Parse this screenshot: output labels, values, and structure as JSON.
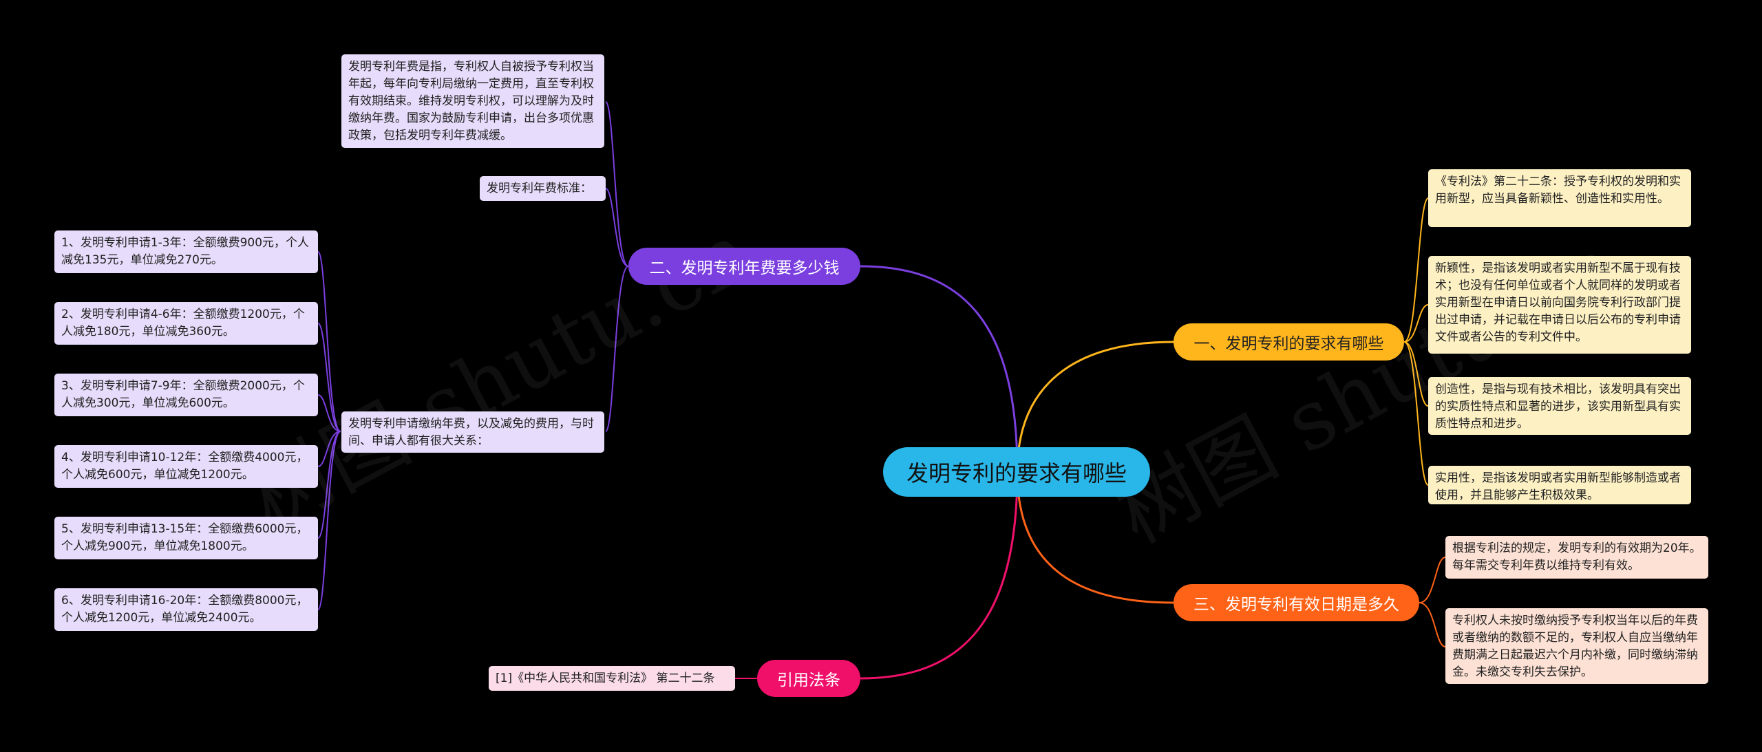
{
  "root": {
    "label": "发明专利的要求有哪些"
  },
  "branches": {
    "b1": {
      "label": "一、发明专利的要求有哪些"
    },
    "b2": {
      "label": "二、发明专利年费要多少钱"
    },
    "b3": {
      "label": "三、发明专利有效日期是多久"
    },
    "b4": {
      "label": "引用法条"
    }
  },
  "leaves": {
    "b1_1": "《专利法》第二十二条：授予专利权的发明和实用新型，应当具备新颖性、创造性和实用性。",
    "b1_2": "新颖性，是指该发明或者实用新型不属于现有技术；也没有任何单位或者个人就同样的发明或者实用新型在申请日以前向国务院专利行政部门提出过申请，并记载在申请日以后公布的专利申请文件或者公告的专利文件中。",
    "b1_3": "创造性，是指与现有技术相比，该发明具有突出的实质性特点和显著的进步，该实用新型具有实质性特点和进步。",
    "b1_4": "实用性，是指该发明或者实用新型能够制造或者使用，并且能够产生积极效果。",
    "b2_1": "发明专利年费是指，专利权人自被授予专利权当年起，每年向专利局缴纳一定费用，直至专利权有效期结束。维持发明专利权，可以理解为及时缴纳年费。国家为鼓励专利申请，出台多项优惠政策，包括发明专利年费减缓。",
    "b2_2": "发明专利年费标准：",
    "b2_3": "发明专利申请缴纳年费，以及减免的费用，与时间、申请人都有很大关系：",
    "b2_3_1": "1、发明专利申请1-3年：全额缴费900元，个人减免135元，单位减免270元。",
    "b2_3_2": "2、发明专利申请4-6年：全额缴费1200元，个人减免180元，单位减免360元。",
    "b2_3_3": "3、发明专利申请7-9年：全额缴费2000元，个人减免300元，单位减免600元。",
    "b2_3_4": "4、发明专利申请10-12年：全额缴费4000元，个人减免600元，单位减免1200元。",
    "b2_3_5": "5、发明专利申请13-15年：全额缴费6000元，个人减免900元，单位减免1800元。",
    "b2_3_6": "6、发明专利申请16-20年：全额缴费8000元，个人减免1200元，单位减免2400元。",
    "b3_1": "根据专利法的规定，发明专利的有效期为20年。每年需交专利年费以维持专利有效。",
    "b3_2": "专利权人未按时缴纳授予专利权当年以后的年费或者缴纳的数额不足的，专利权人自应当缴纳年费期满之日起最迟六个月内补缴，同时缴纳滞纳金。未缴交专利失去保护。",
    "b4_1": "[1]《中华人民共和国专利法》 第二十二条"
  },
  "watermark": {
    "text": "树图 shutu.cn"
  },
  "colors": {
    "background": "#000000",
    "root": "#29b6e8",
    "branch1": "#ffb51c",
    "branch2": "#7b3fe0",
    "branch3": "#ff6317",
    "branch4": "#f0106a"
  }
}
